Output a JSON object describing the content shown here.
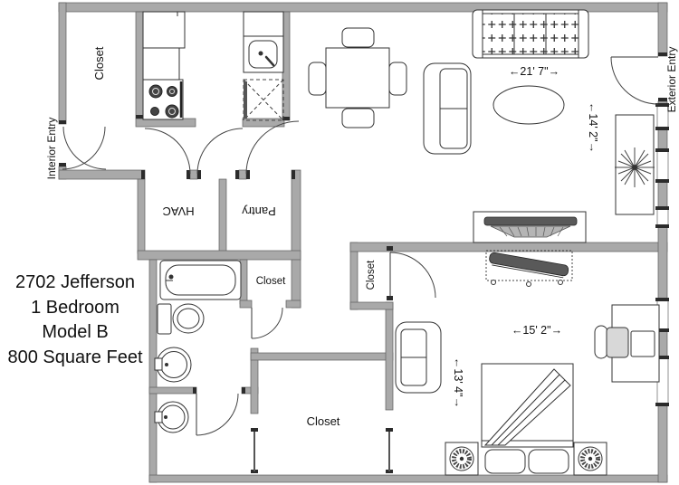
{
  "title_block": {
    "lines": [
      "2702 Jefferson",
      "1 Bedroom",
      "Model B",
      "800 Square Feet"
    ]
  },
  "room_labels": {
    "entry_closet": "Closet",
    "hvac": "HVAC",
    "pantry": "Pantry",
    "hall_closet": "Closet",
    "bedroom_closet": "Closet",
    "walkthrough_closet": "Closet"
  },
  "entry_labels": {
    "interior": "Interior Entry",
    "exterior": "Exterior Entry"
  },
  "dimensions": {
    "living_width": "←21' 7\"→",
    "living_depth": "←14' 2\"→",
    "bedroom_width": "←15' 2\"→",
    "bedroom_depth": "←13' 4\"→"
  },
  "colors": {
    "wall_fill": "#a9a9a9",
    "wall_stroke": "#5f5f5f",
    "line": "#333333",
    "dark_furniture": "#595959",
    "text": "#111111",
    "background": "#ffffff"
  }
}
